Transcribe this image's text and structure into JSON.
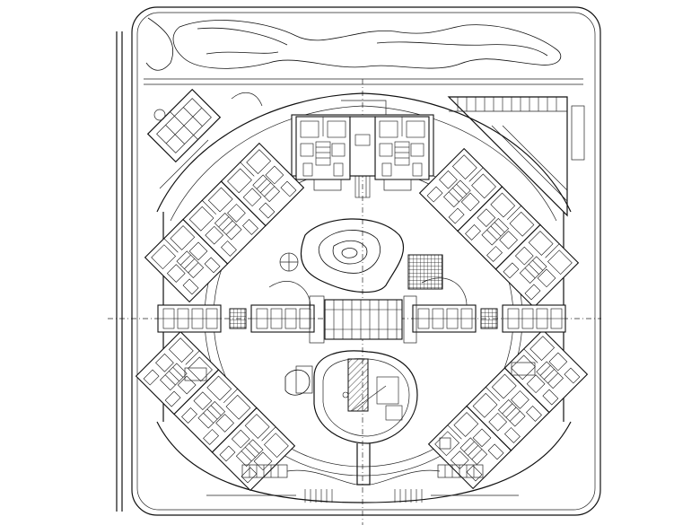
{
  "drawing": {
    "kind": "site-plan",
    "line_color": "#111111",
    "background": "#ffffff",
    "buildings": [
      {
        "name": "north-block"
      },
      {
        "name": "northwest-block"
      },
      {
        "name": "northeast-block"
      },
      {
        "name": "southwest-block"
      },
      {
        "name": "southeast-block"
      }
    ]
  }
}
